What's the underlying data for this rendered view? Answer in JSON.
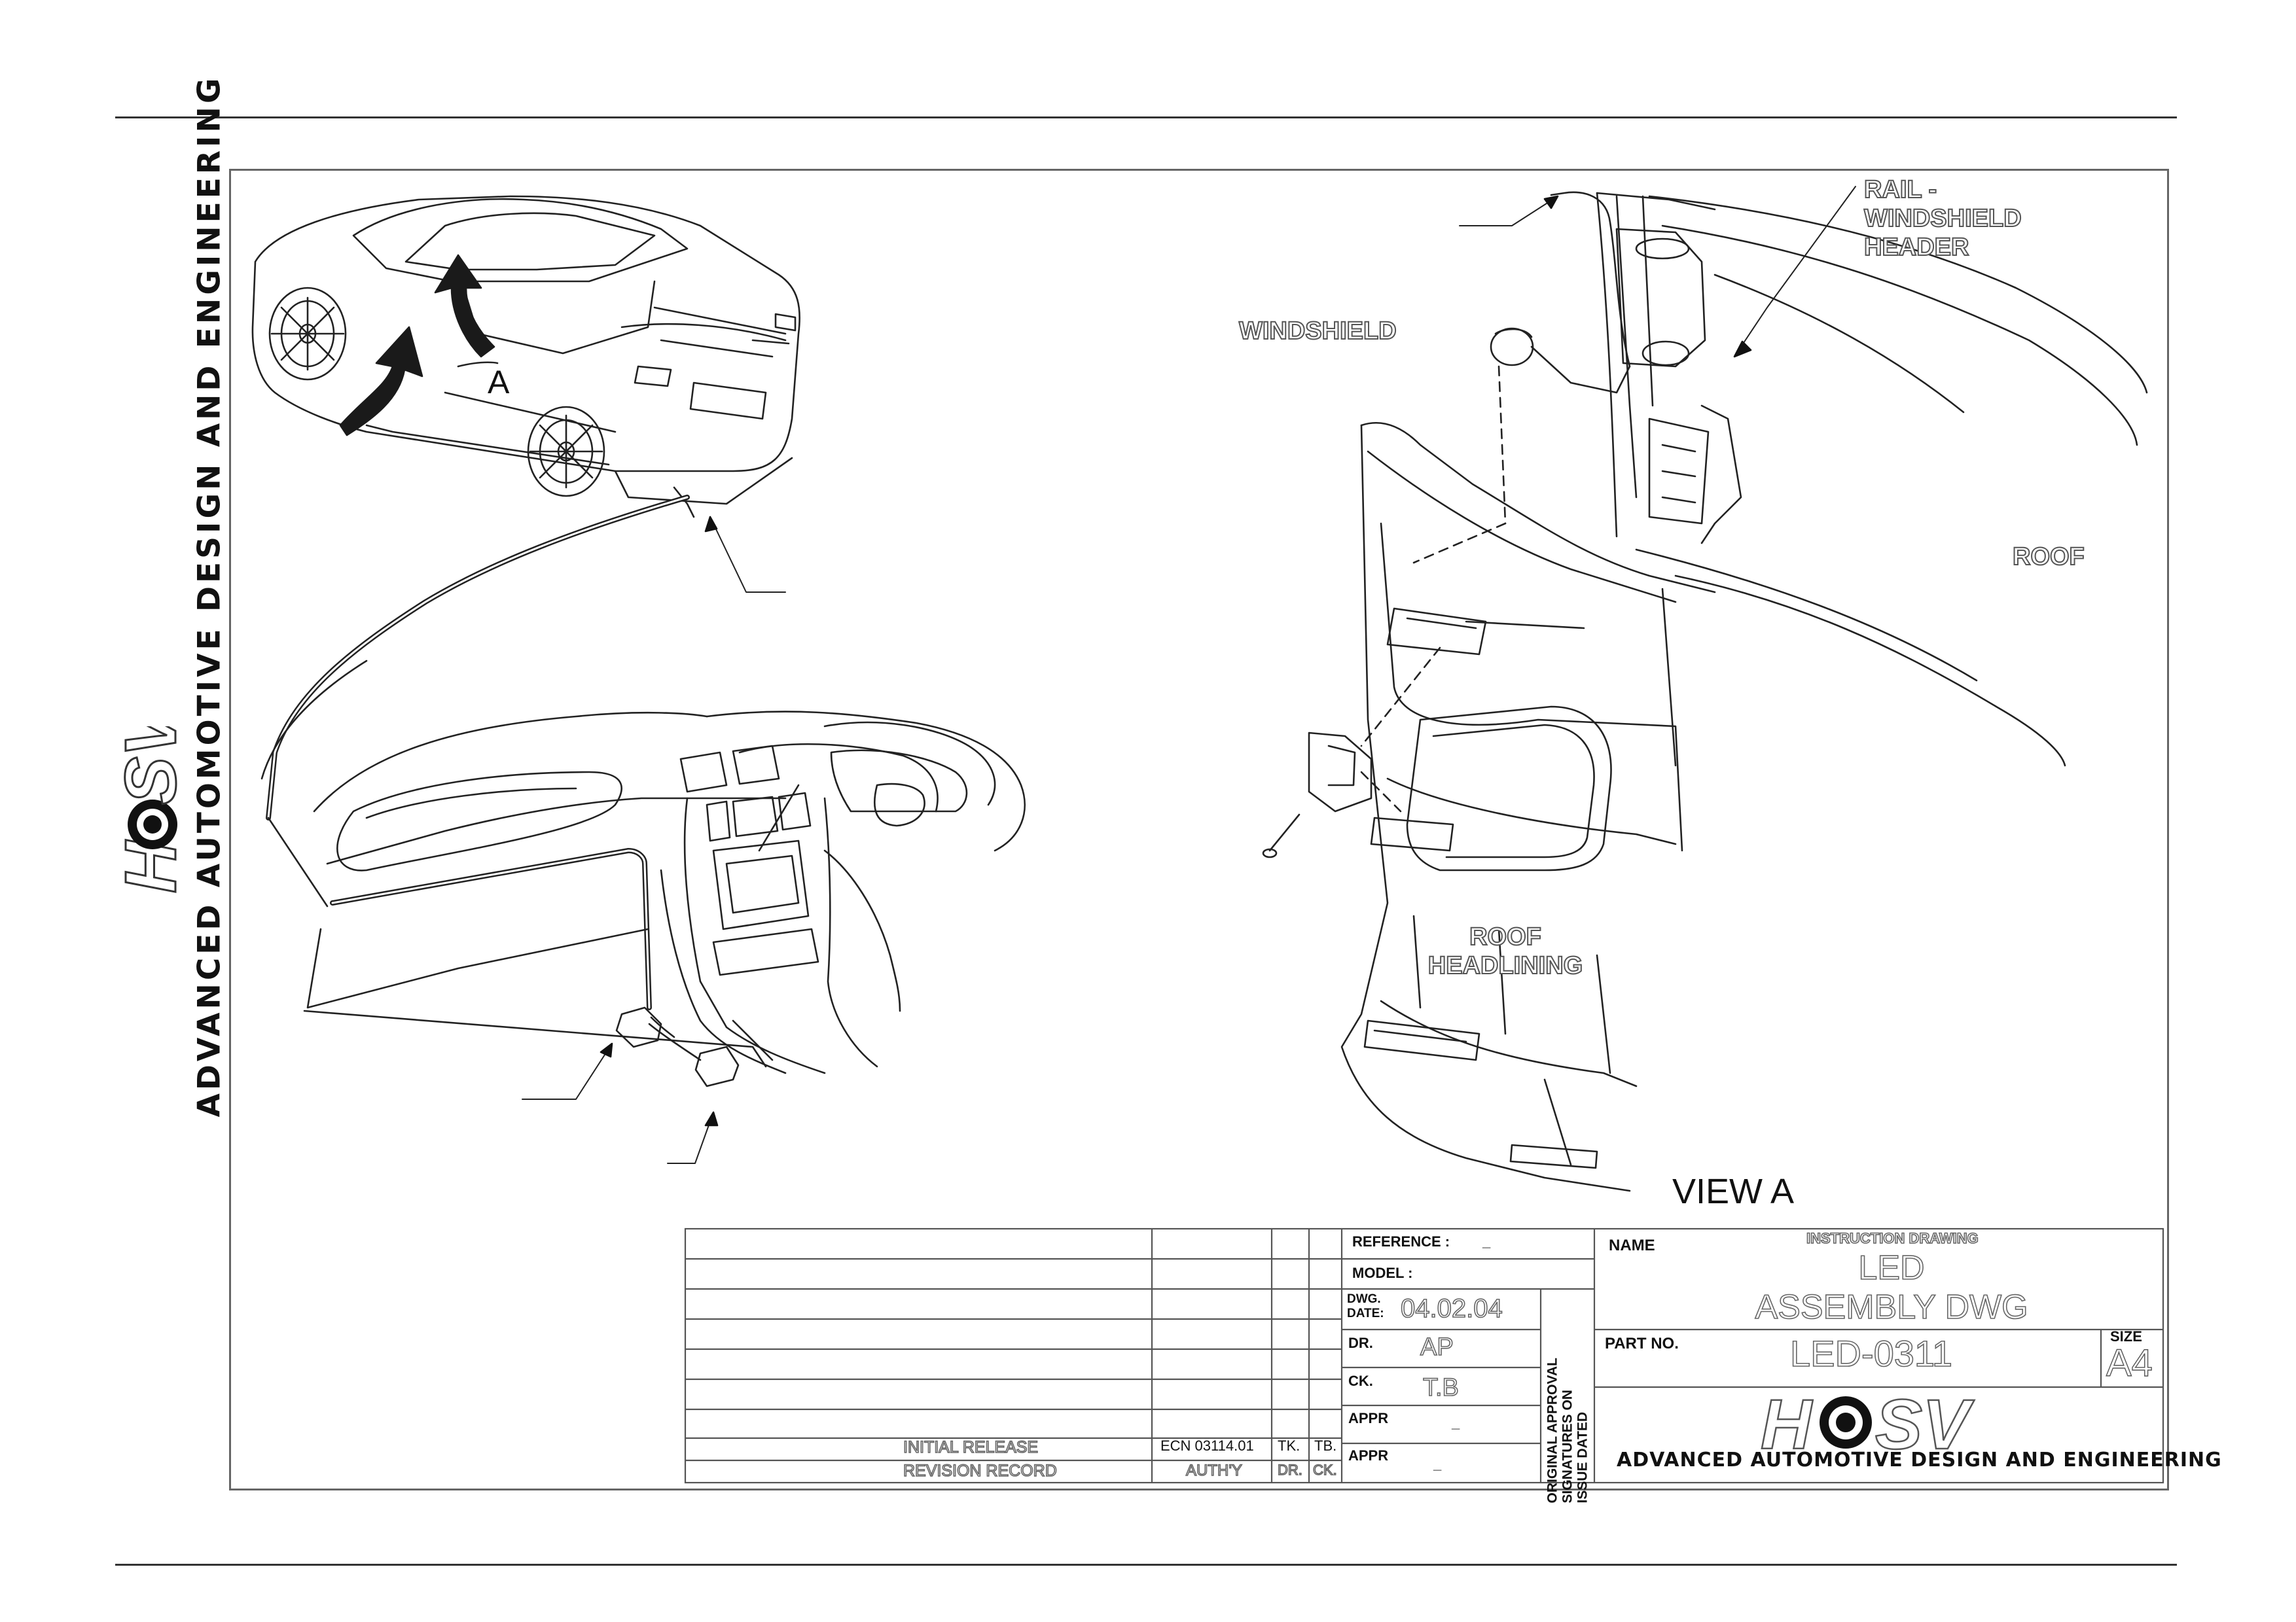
{
  "callouts": {
    "rail_windshield_header": [
      "RAIL -",
      "WINDSHIELD",
      "HEADER"
    ],
    "windshield": "WINDSHIELD",
    "roof": "ROOF",
    "roof_headlining": [
      "ROOF",
      "HEADLINING"
    ],
    "view_a": "VIEW A",
    "detail_marker": "A"
  },
  "sidebar": {
    "title": "ADVANCED AUTOMOTIVE DESIGN AND ENGINEERING",
    "logo_text": "HSV"
  },
  "title_block": {
    "reference_label": "REFERENCE :",
    "reference_value": "_",
    "model_label": "MODEL :",
    "dwg_date_label": [
      "DWG.",
      "DATE:"
    ],
    "dwg_date_value": "04.02.04",
    "dr_label": "DR.",
    "dr_value": "AP",
    "ck_label": "CK.",
    "ck_value": "T.B",
    "appr_label_1": "APPR",
    "appr_value_1": "_",
    "appr_label_2": "APPR",
    "appr_value_2": "_",
    "approval_note": [
      "ORIGINAL APPROVAL",
      "SIGNATURES ON",
      "ISSUE DATED"
    ],
    "name_label": "NAME",
    "drawing_type": "INSTRUCTION DRAWING",
    "drawing_name": [
      "LED",
      "ASSEMBLY DWG"
    ],
    "part_no_label": "PART NO.",
    "part_no_value": "LED-0311",
    "size_label": "SIZE",
    "size_value": "A4",
    "company": "ADVANCED AUTOMOTIVE DESIGN AND ENGINEERING",
    "logo_text": "HSV"
  },
  "revision_record": {
    "row": {
      "description": "INITIAL RELEASE",
      "ecn": "ECN 03114.01",
      "dr": "TK.",
      "ck": "TB."
    },
    "header": {
      "description": "REVISION RECORD",
      "auth": "AUTH'Y",
      "dr": "DR.",
      "ck": "CK."
    }
  }
}
